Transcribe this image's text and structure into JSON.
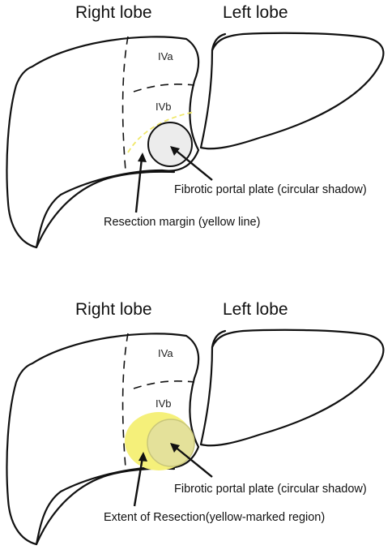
{
  "panels": [
    {
      "right_lobe": "Right lobe",
      "left_lobe": "Left lobe",
      "segment_upper": "IVa",
      "segment_lower": "IVb",
      "annotation_plate": "Fibrotic portal plate (circular shadow)",
      "annotation_margin": "Resection margin (yellow line)"
    },
    {
      "right_lobe": "Right lobe",
      "left_lobe": "Left lobe",
      "segment_upper": "IVa",
      "segment_lower": "IVb",
      "annotation_plate": "Fibrotic portal plate (circular shadow)",
      "annotation_extent": "Extent of Resection(yellow-marked region)"
    }
  ],
  "colors": {
    "outline": "#111111",
    "shadow_fill": "#e8e8e8",
    "resection_line": "#f0e86a",
    "resection_region": "#f5f07a"
  }
}
